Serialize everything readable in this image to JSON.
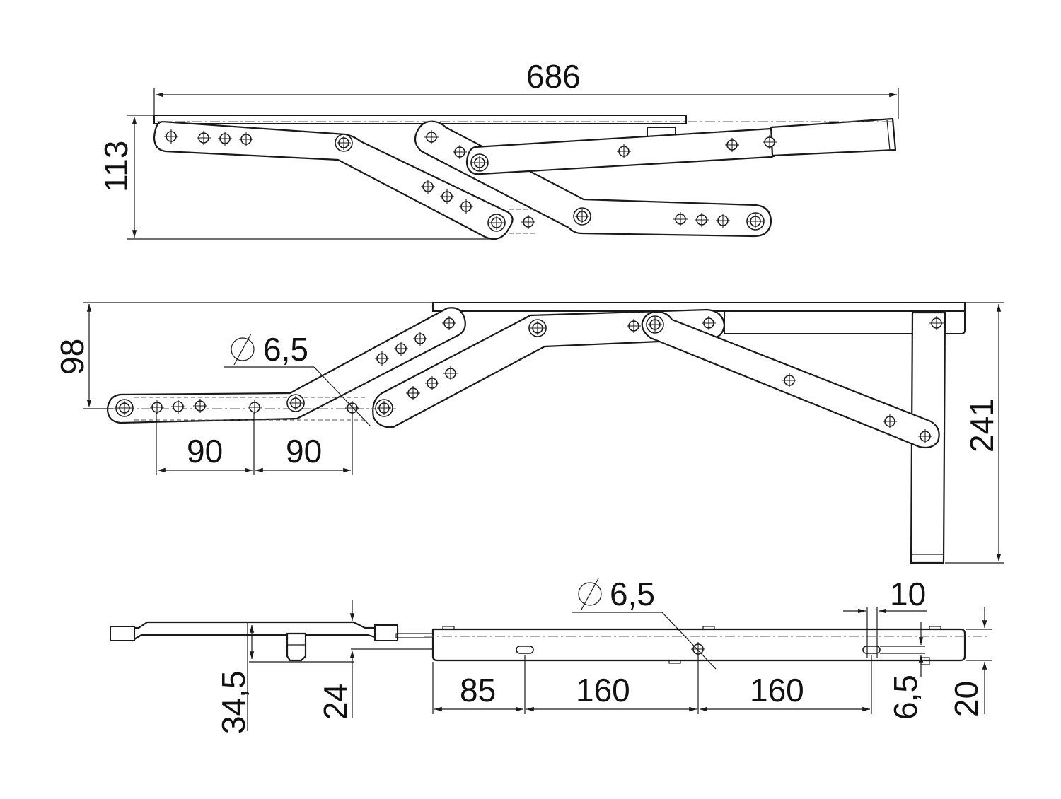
{
  "colors": {
    "line": "#1a1a1a",
    "background": "#ffffff"
  },
  "views": {
    "top": {
      "dims": {
        "width": "686",
        "height": "113"
      }
    },
    "side": {
      "dims": {
        "height": "98",
        "drop": "241",
        "spacing_a": "90",
        "spacing_b": "90",
        "hole_diameter": "6,5"
      }
    },
    "bottom": {
      "dims": {
        "offset_a": "34,5",
        "offset_b": "24",
        "spacing_a": "85",
        "spacing_b": "160",
        "spacing_c": "160",
        "slot_length": "10",
        "slot_width": "6,5",
        "thickness": "20",
        "hole_diameter": "6,5"
      }
    }
  }
}
